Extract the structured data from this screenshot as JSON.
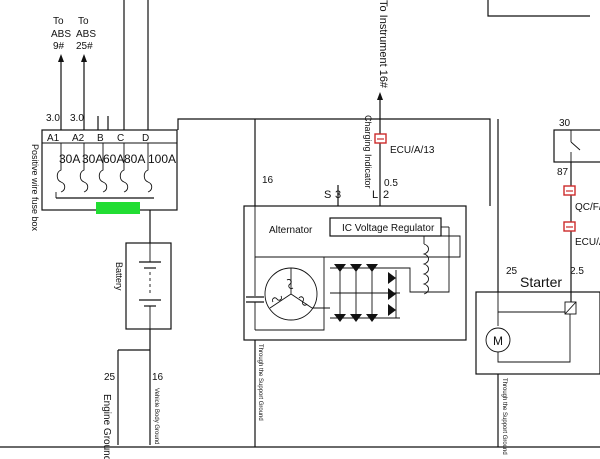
{
  "abs_left": {
    "to": "To",
    "abs": "ABS",
    "pin": "9#",
    "wire": "3.0"
  },
  "abs_right": {
    "to": "To",
    "abs": "ABS",
    "pin": "25#",
    "wire": "3.0"
  },
  "fuse_box": {
    "title": "Positive wire fuse box",
    "terminals": [
      "A1",
      "A2",
      "B",
      "C",
      "D"
    ],
    "ratings": [
      "30A",
      "30A",
      "60A",
      "80A",
      "100A"
    ]
  },
  "battery": {
    "label": "Battery"
  },
  "grounds": {
    "engine_wire": "25",
    "engine_label": "Engine Ground",
    "body_wire": "16",
    "body_label": "Vehicle Body Ground",
    "support_label": "Through the Support Ground",
    "starter_support_label": "Through the Support Ground"
  },
  "alternator": {
    "label": "Alternator",
    "regulator": "IC Voltage Regulator",
    "wire_16": "16",
    "terminal_s": "S",
    "terminal_3": "3",
    "terminal_l": "L",
    "terminal_2": "2",
    "wire_05": "0.5"
  },
  "instrument": {
    "label": "To Instrument 16#"
  },
  "charging": {
    "label": "Charging Indicator",
    "connector": "ECU/A/13"
  },
  "starter": {
    "label": "Starter",
    "wire_25a": "25",
    "wire_25b": "2.5",
    "motor": "M"
  },
  "relay": {
    "pin30": "30",
    "pin87": "87",
    "connector1": "QC/F/",
    "connector2": "ECU/A/"
  },
  "colors": {
    "wire": "#111111",
    "connector": "#cc2a2a",
    "shunt": "#22dd33"
  }
}
